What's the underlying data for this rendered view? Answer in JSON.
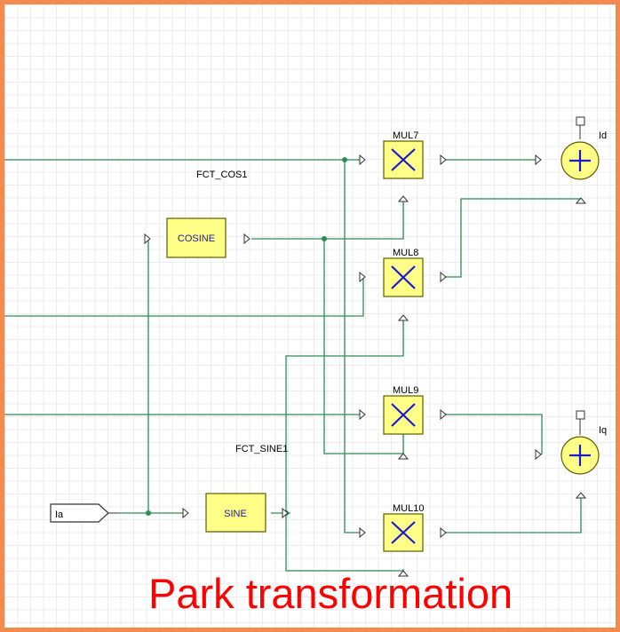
{
  "title": "Park transformation",
  "colors": {
    "border": "#f58a4e",
    "wire": "#2e8b57",
    "block_fill": "#ffff88",
    "symbol": "#1a1ad0",
    "title": "#ff0000"
  },
  "blocks": {
    "cosine": "COSINE",
    "sine": "SINE",
    "mul7": "MUL7",
    "mul8": "MUL8",
    "mul9": "MUL9",
    "mul10": "MUL10"
  },
  "labels": {
    "fct_cos": "FCT_COS1",
    "fct_sine": "FCT_SINE1",
    "input_ia": "Ia",
    "output_id": "Id",
    "output_iq": "Iq"
  },
  "icons": {
    "multiplier": "multiply-x-icon",
    "adder": "plus-circle-icon",
    "port": "triangle-port-icon"
  }
}
